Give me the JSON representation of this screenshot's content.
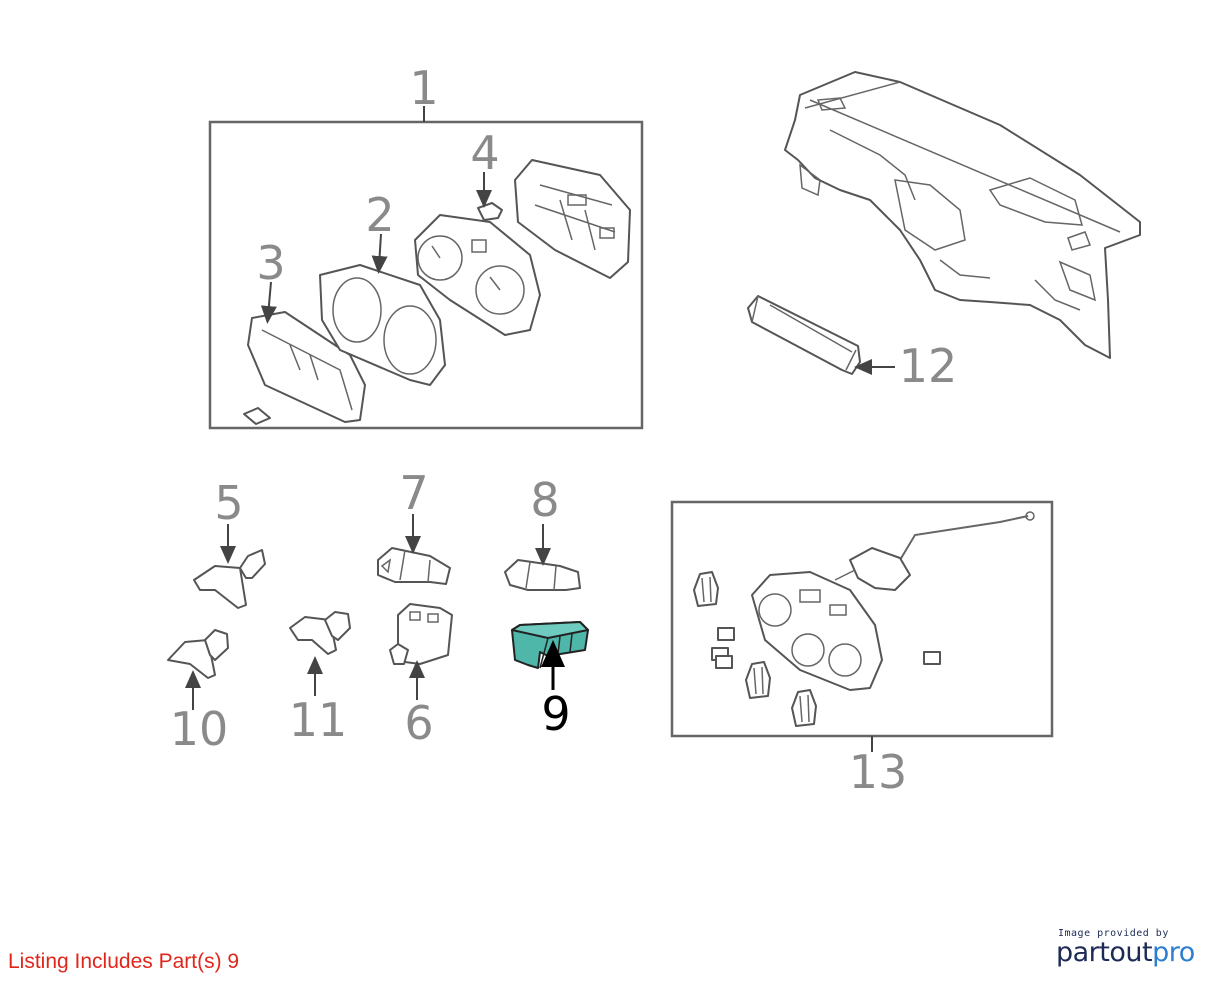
{
  "callouts": [
    "1",
    "2",
    "3",
    "4",
    "5",
    "6",
    "7",
    "8",
    "9",
    "10",
    "11",
    "12",
    "13"
  ],
  "highlighted_part": "9",
  "highlight_color": "#4fb7aa",
  "listing_text": "Listing Includes Part(s) 9",
  "listing_color": "#e0261b",
  "credit": {
    "caption": "Image provided by",
    "logo_part1": "partout",
    "logo_part2": "pro"
  }
}
